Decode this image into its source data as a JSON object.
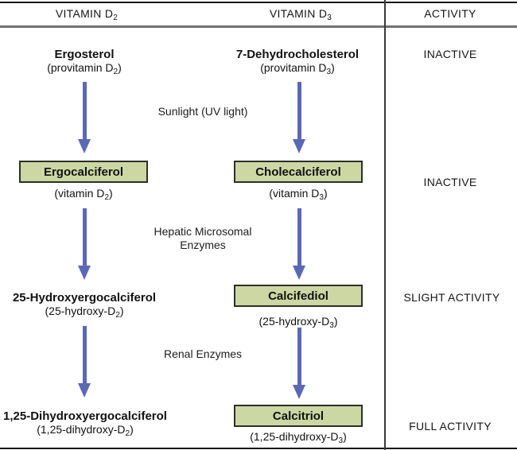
{
  "header": {
    "d2_pre": "VITAMIN D",
    "d2_sub": "2",
    "d3_pre": "VITAMIN D",
    "d3_sub": "3",
    "activity": "ACTIVITY"
  },
  "d2_column": {
    "rows": [
      {
        "name": "Ergosterol",
        "boxed": false,
        "formula_pre": "(provitamin D",
        "formula_sub": "2",
        "formula_post": ")"
      },
      {
        "name": "Ergocalciferol",
        "boxed": true,
        "formula_pre": "(vitamin D",
        "formula_sub": "2",
        "formula_post": ")"
      },
      {
        "name": "25-Hydroxyergocalciferol",
        "boxed": false,
        "formula_pre": "(25-hydroxy-D",
        "formula_sub": "2",
        "formula_post": ")"
      },
      {
        "name": "1,25-Dihydroxyergocalciferol",
        "boxed": false,
        "formula_pre": "(1,25-dihydroxy-D",
        "formula_sub": "2",
        "formula_post": ")"
      }
    ]
  },
  "d3_column": {
    "rows": [
      {
        "name": "7-Dehydrocholesterol",
        "boxed": false,
        "formula_pre": "(provitamin D",
        "formula_sub": "3",
        "formula_post": ")"
      },
      {
        "name": "Cholecalciferol",
        "boxed": true,
        "formula_pre": "(vitamin D",
        "formula_sub": "3",
        "formula_post": ")"
      },
      {
        "name": "Calcifediol",
        "boxed": true,
        "formula_pre": "(25-hydroxy-D",
        "formula_sub": "3",
        "formula_post": ")"
      },
      {
        "name": "Calcitriol",
        "boxed": true,
        "formula_pre": "(1,25-dihydroxy-D",
        "formula_sub": "3",
        "formula_post": ")"
      }
    ]
  },
  "process_labels": {
    "sunlight": "Sunlight (UV light)",
    "hepatic_line1": "Hepatic Microsomal",
    "hepatic_line2": "Enzymes",
    "renal": "Renal Enzymes"
  },
  "activity_column": {
    "labels": [
      "INACTIVE",
      "INACTIVE",
      "SLIGHT ACTIVITY",
      "FULL ACTIVITY"
    ]
  },
  "icons": {
    "flow_arrow": "down-arrow-icon"
  },
  "colors": {
    "arrow": "#5a68b5",
    "box_fill": "#ccd7a4",
    "box_border": "#2e2e28"
  }
}
